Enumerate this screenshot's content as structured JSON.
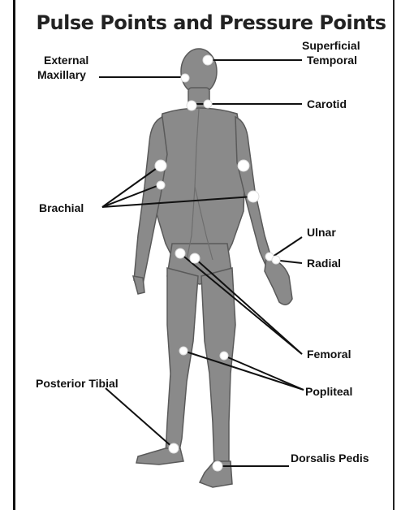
{
  "title": "Pulse Points and Pressure Points",
  "labels": {
    "superficial_temporal_1": "Superficial",
    "superficial_temporal_2": "Temporal",
    "external_maxillary_1": "External",
    "external_maxillary_2": "Maxillary",
    "carotid": "Carotid",
    "brachial": "Brachial",
    "ulnar": "Ulnar",
    "radial": "Radial",
    "femoral": "Femoral",
    "posterior_tibial": "Posterior Tibial",
    "popliteal": "Popliteal",
    "dorsalis_pedis": "Dorsalis Pedis"
  },
  "colors": {
    "body_fill": "#8a8a8a",
    "body_outline": "#5a5a5a",
    "pulse_point": "#ffffff",
    "leader_line": "#111111"
  }
}
